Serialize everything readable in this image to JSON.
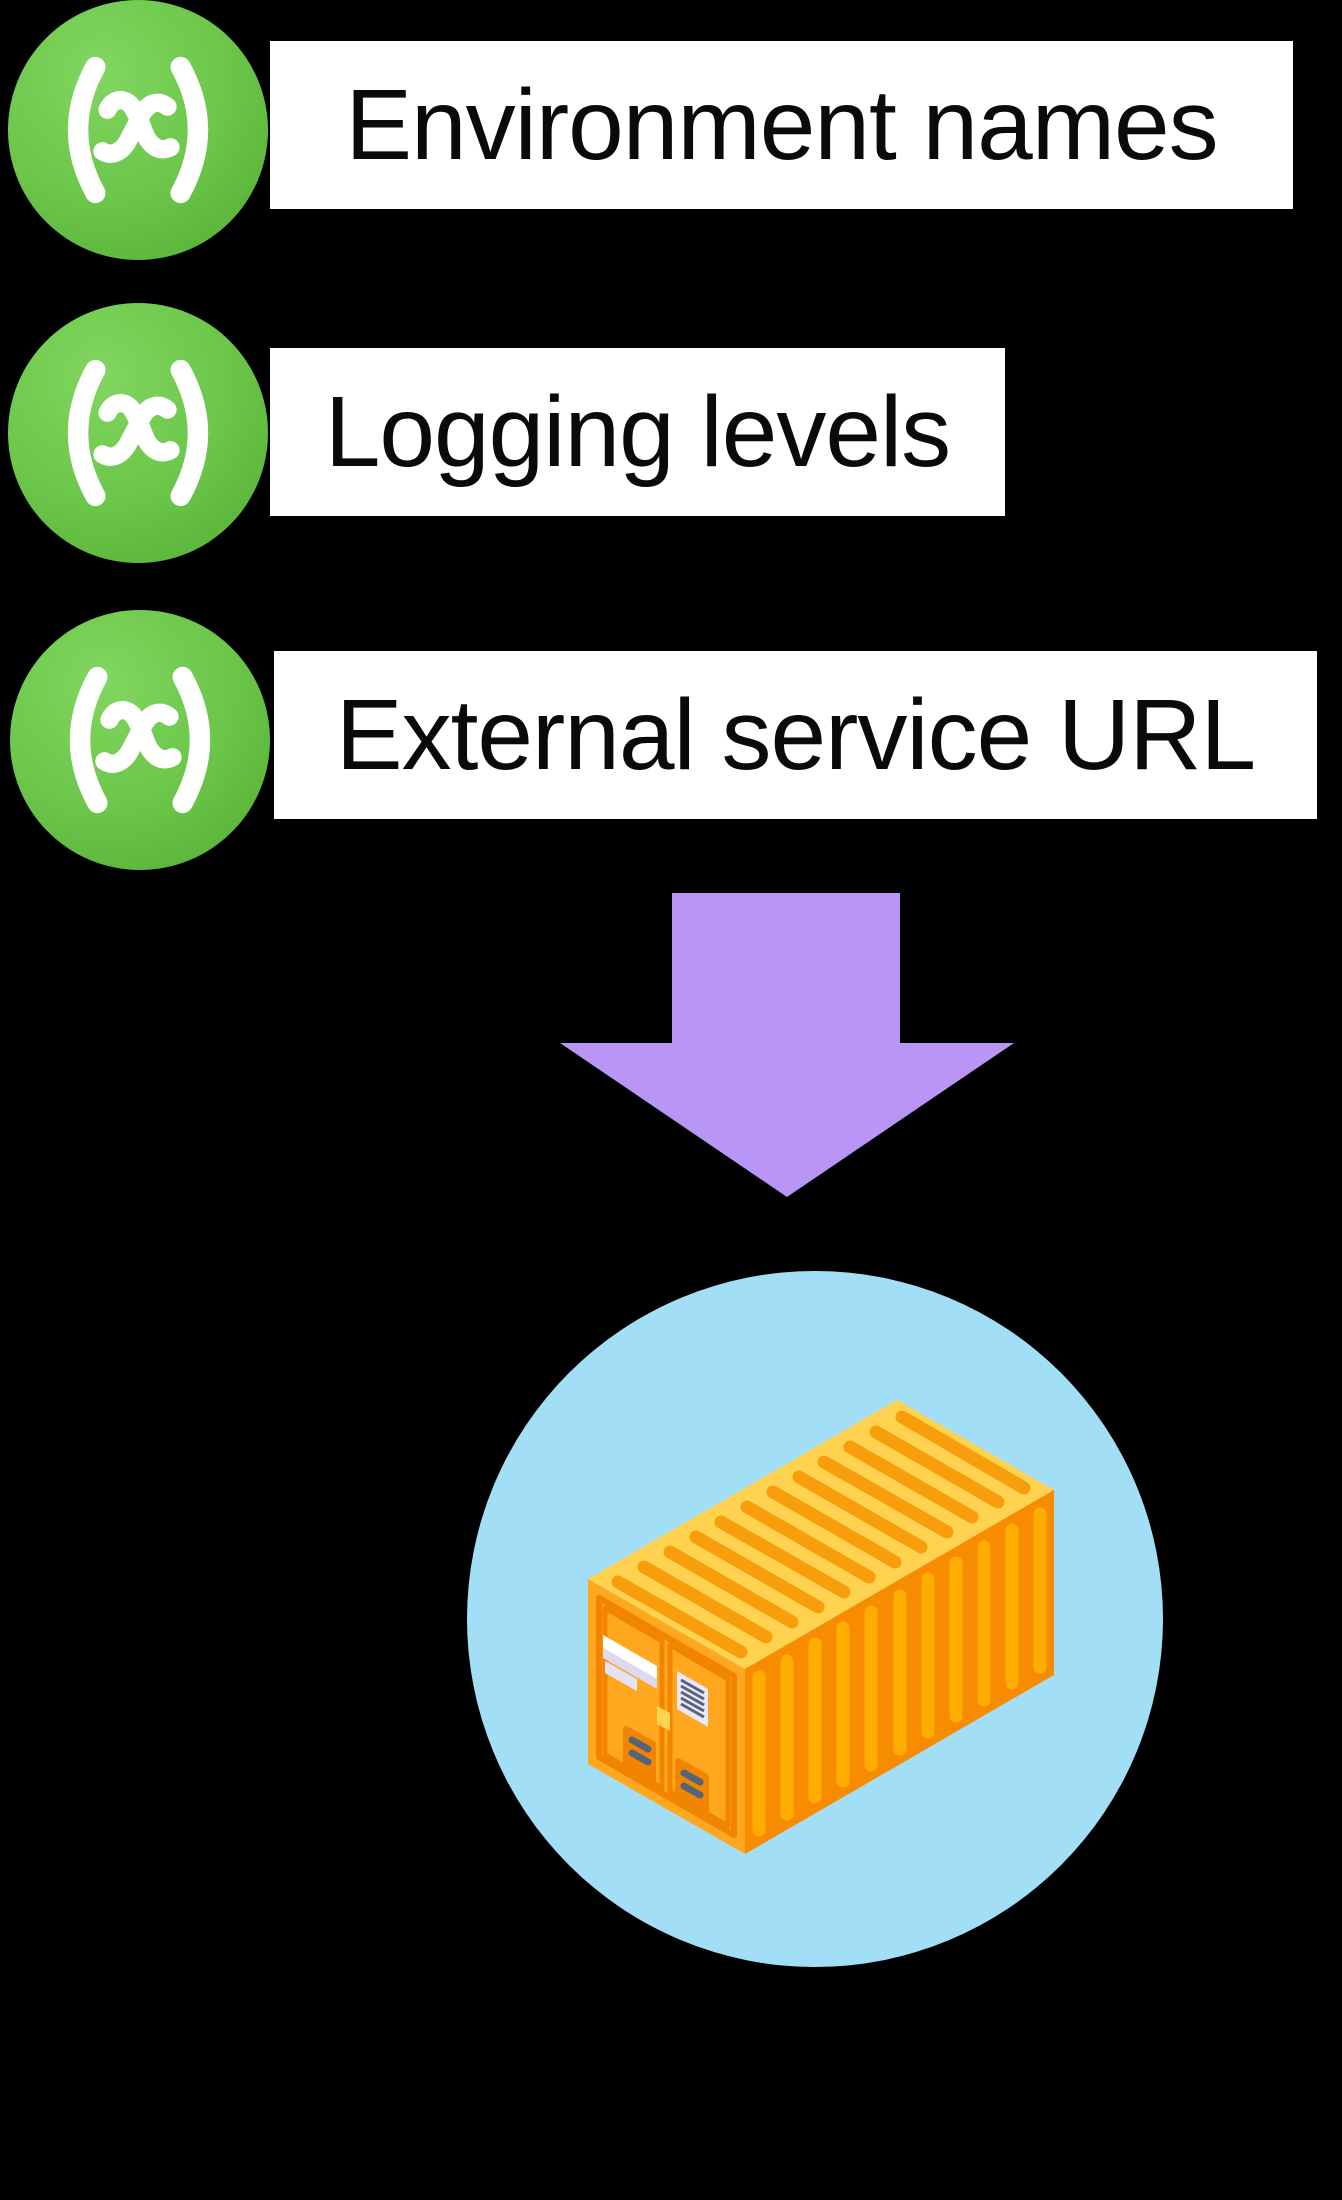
{
  "page": {
    "background": "#000000",
    "description": "variables flowing into a container diagram"
  },
  "rows": [
    {
      "label": "Environment names"
    },
    {
      "label": "Logging levels"
    },
    {
      "label": "External service URL"
    }
  ],
  "label_box": {
    "background": "#ffffff",
    "text_color": "#0a0a0a"
  },
  "variable_icon": {
    "glyph": "(x)",
    "colors": {
      "green_light": "#81d65f",
      "green_mid": "#6cc74b",
      "green_dark": "#58b238",
      "glyph": "#ffffff"
    }
  },
  "arrow": {
    "direction": "down",
    "color": "#b996f6"
  },
  "illustration": {
    "subject": "shipping container",
    "circle_color": "#a3def7",
    "colors": {
      "roof": "#ffd24f",
      "roof_stripe": "#f89e0c",
      "front": "#ffa71e",
      "side": "#f78c00",
      "side_ridge": "#ffad00",
      "line": "#f28500",
      "label_white": "#ffffff",
      "label_lavender": "#e6e2f5",
      "label_shade": "#ddd9f0",
      "detail_dark": "#54657a",
      "latch": "#ffd24f"
    }
  }
}
